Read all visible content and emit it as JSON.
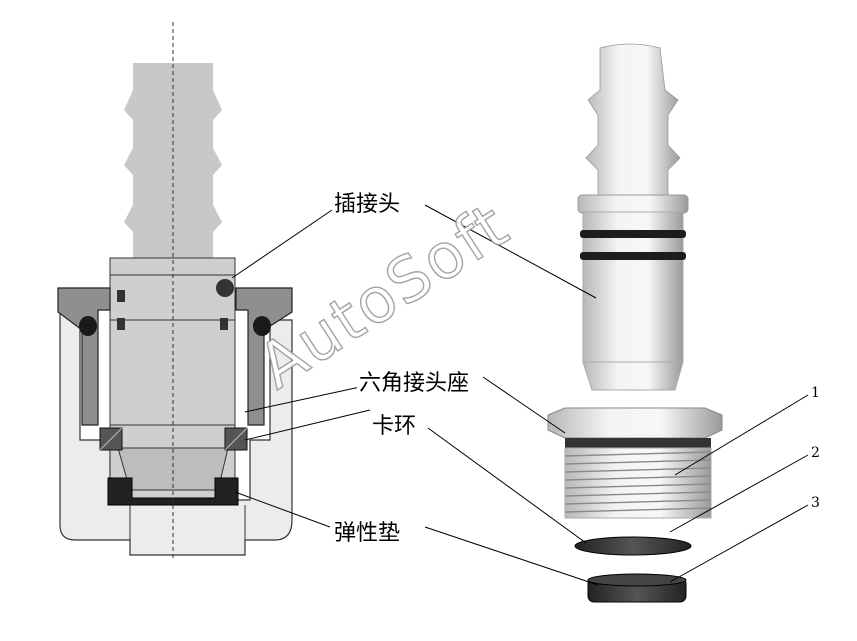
{
  "labels": {
    "plug": "插接头",
    "hex_seat": "六角接头座",
    "snap_ring": "卡环",
    "gasket": "弹性垫"
  },
  "numbers": [
    "1",
    "2",
    "3"
  ],
  "watermark": "AutoSoft",
  "colors": {
    "part_gray": "#c9c9c9",
    "dark_gray": "#8a8a8a",
    "housing": "#e9e9e9",
    "black": "#1a1a1a"
  }
}
